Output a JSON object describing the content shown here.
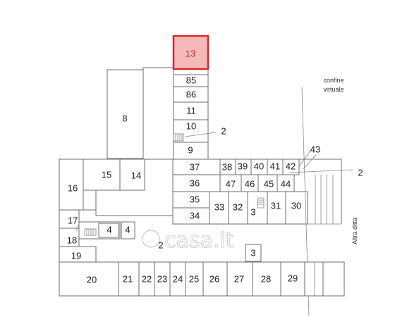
{
  "plan": {
    "highlight_color": "#d42b2b",
    "units": {
      "u13": "13",
      "u85": "85",
      "u86": "86",
      "u11": "11",
      "u10": "10",
      "u2a": "2",
      "u9": "9",
      "u8": "8",
      "u37": "37",
      "u38": "38",
      "u39": "39",
      "u40": "40",
      "u41": "41",
      "u42": "42",
      "u43": "43",
      "u2b": "2",
      "u36": "36",
      "u47": "47",
      "u46": "46",
      "u45": "45",
      "u44": "44",
      "u35": "35",
      "u34": "34",
      "u33": "33",
      "u32": "32",
      "u3a": "3",
      "u31": "31",
      "u30": "30",
      "u15": "15",
      "u14": "14",
      "u16": "16",
      "u17": "17",
      "u4a": "4",
      "u4b": "4",
      "u18": "18",
      "u19": "19",
      "u2c": "2",
      "u3b": "3",
      "u20": "20",
      "u21": "21",
      "u22": "22",
      "u23": "23",
      "u24": "24",
      "u25": "25",
      "u26": "26",
      "u27": "27",
      "u28": "28",
      "u29": "29"
    },
    "confine_line1": "confine",
    "confine_line2": "virtuale",
    "altra_ditta": "Altra ditta",
    "watermark": "casa.it"
  }
}
